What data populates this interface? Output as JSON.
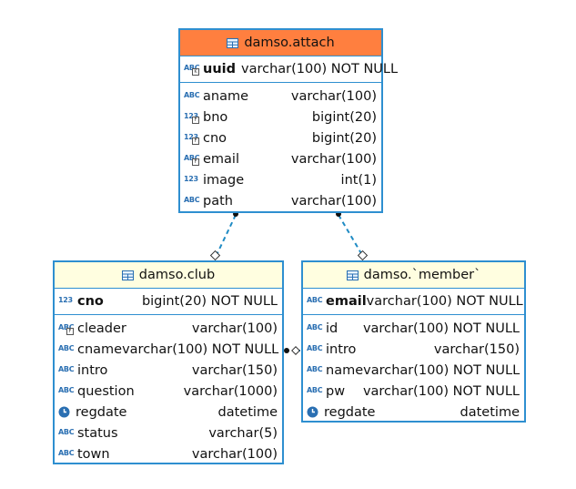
{
  "colors": {
    "border": "#2e8fd0",
    "attach_header": "#ff7f3f",
    "other_header": "#fffee0",
    "link": "#1f8bc4"
  },
  "tables": {
    "attach": {
      "title": "damso.attach",
      "pk": {
        "icon": "abc-key-icon",
        "name": "uuid",
        "type": "varchar(100) NOT NULL"
      },
      "columns": [
        {
          "icon": "abc-icon",
          "name": "aname",
          "type": "varchar(100)"
        },
        {
          "icon": "num-fk-icon",
          "name": "bno",
          "type": "bigint(20)"
        },
        {
          "icon": "num-fk-icon",
          "name": "cno",
          "type": "bigint(20)"
        },
        {
          "icon": "abc-fk-icon",
          "name": "email",
          "type": "varchar(100)"
        },
        {
          "icon": "num-icon",
          "name": "image",
          "type": "int(1)"
        },
        {
          "icon": "abc-icon",
          "name": "path",
          "type": "varchar(100)"
        }
      ]
    },
    "club": {
      "title": "damso.club",
      "pk": {
        "icon": "num-icon",
        "name": "cno",
        "type": "bigint(20) NOT NULL"
      },
      "columns": [
        {
          "icon": "abc-fk-icon",
          "name": "cleader",
          "type": "varchar(100)"
        },
        {
          "icon": "abc-icon",
          "name": "cname",
          "type": "varchar(100) NOT NULL"
        },
        {
          "icon": "abc-icon",
          "name": "intro",
          "type": "varchar(150)"
        },
        {
          "icon": "abc-icon",
          "name": "question",
          "type": "varchar(1000)"
        },
        {
          "icon": "clock-icon",
          "name": "regdate",
          "type": "datetime"
        },
        {
          "icon": "abc-icon",
          "name": "status",
          "type": "varchar(5)"
        },
        {
          "icon": "abc-icon",
          "name": "town",
          "type": "varchar(100)"
        }
      ]
    },
    "member": {
      "title": "damso.`member`",
      "pk": {
        "icon": "abc-icon",
        "name": "email",
        "type": "varchar(100) NOT NULL"
      },
      "columns": [
        {
          "icon": "abc-icon",
          "name": "id",
          "type": "varchar(100) NOT NULL"
        },
        {
          "icon": "abc-icon",
          "name": "intro",
          "type": "varchar(150)"
        },
        {
          "icon": "abc-icon",
          "name": "name",
          "type": "varchar(100) NOT NULL"
        },
        {
          "icon": "abc-icon",
          "name": "pw",
          "type": "varchar(100) NOT NULL"
        },
        {
          "icon": "clock-icon",
          "name": "regdate",
          "type": "datetime"
        }
      ]
    }
  }
}
